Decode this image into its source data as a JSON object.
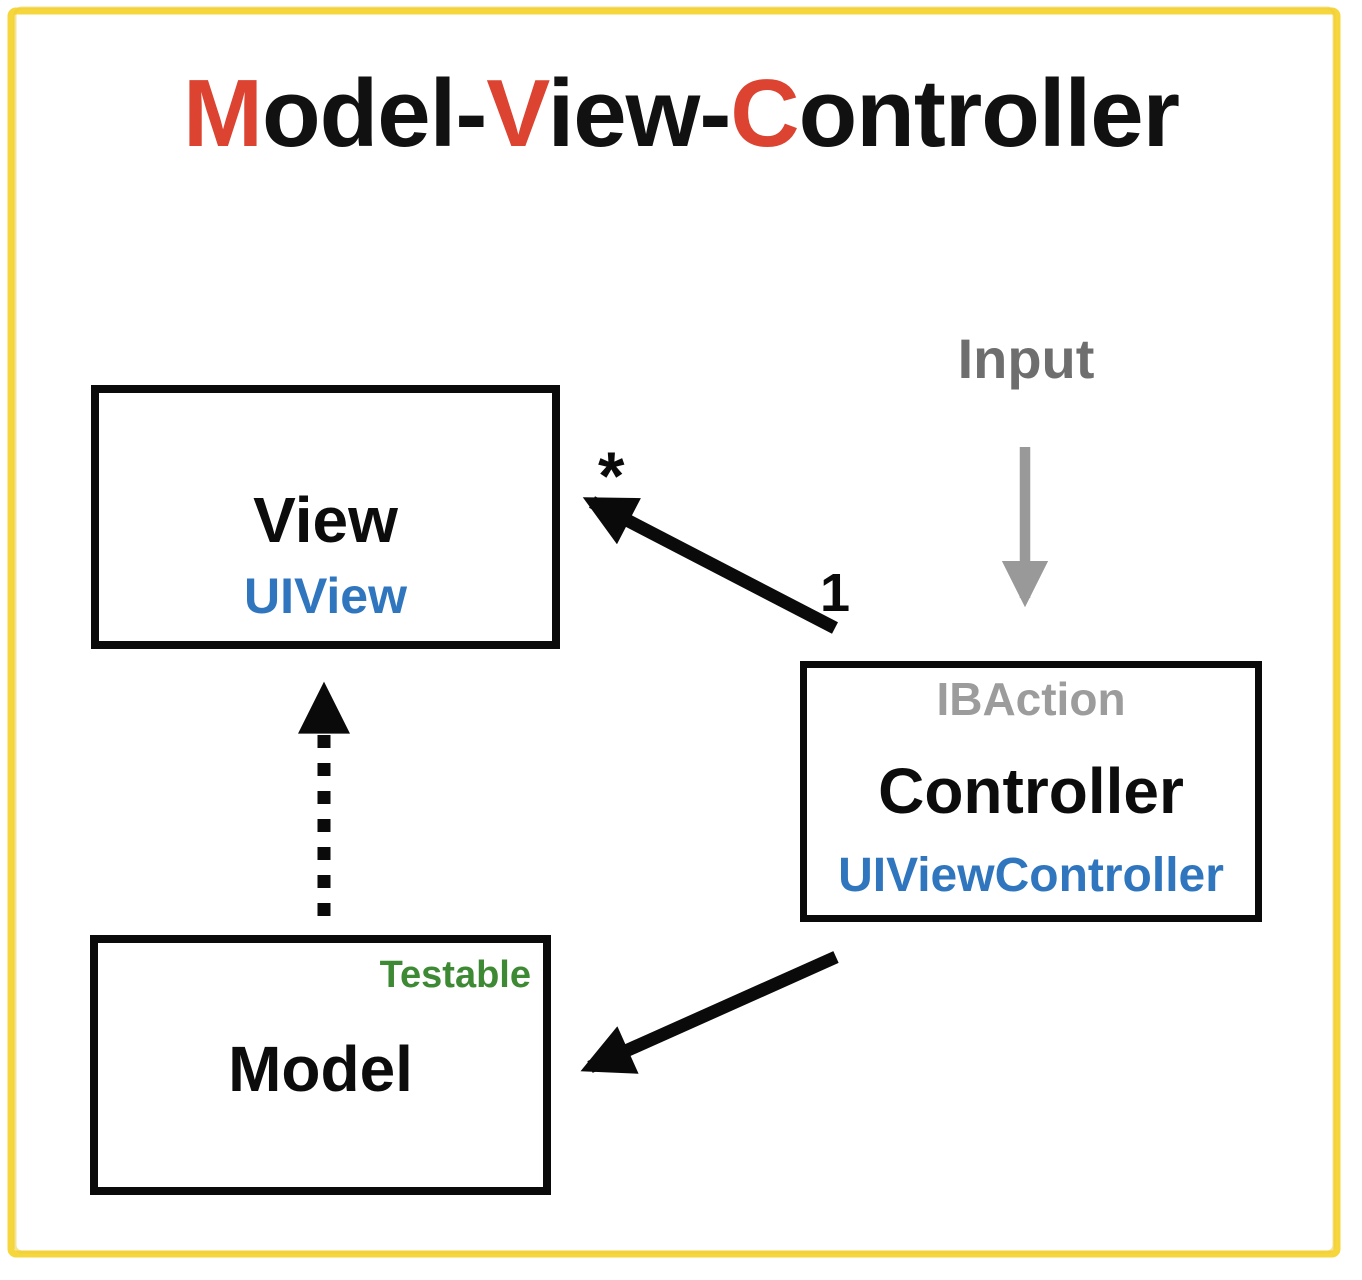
{
  "title": {
    "full_text": "Model-View-Controller",
    "segments": [
      {
        "text": "M",
        "accent": true
      },
      {
        "text": "odel-",
        "accent": false
      },
      {
        "text": "V",
        "accent": true
      },
      {
        "text": "iew-",
        "accent": false
      },
      {
        "text": "C",
        "accent": true
      },
      {
        "text": "ontroller",
        "accent": false
      }
    ]
  },
  "nodes": {
    "view": {
      "name": "View",
      "class_name": "UIView"
    },
    "controller": {
      "name": "Controller",
      "annotation": "IBAction",
      "class_name": "UIViewController"
    },
    "model": {
      "name": "Model",
      "annotation": "Testable"
    }
  },
  "labels": {
    "input": "Input",
    "view_multiplicity": "*",
    "controller_multiplicity": "1"
  },
  "edges": [
    {
      "from": "Controller",
      "to": "View",
      "style": "solid",
      "color": "black",
      "source_label": "1",
      "target_label": "*"
    },
    {
      "from": "Model",
      "to": "View",
      "style": "dotted",
      "color": "black"
    },
    {
      "from": "Controller",
      "to": "Model",
      "style": "solid",
      "color": "black"
    },
    {
      "from": "Input",
      "to": "Controller",
      "style": "solid",
      "color": "gray"
    }
  ],
  "colors": {
    "accent_red": "#DC4331",
    "class_blue": "#2F76BE",
    "testable_green": "#3E8A34",
    "annotation_gray": "#9C9C9C",
    "input_gray": "#6E6E6E",
    "arrow_gray": "#999999",
    "arrow_black": "#0a0a0a",
    "border_yellow": "#F5D73D"
  }
}
